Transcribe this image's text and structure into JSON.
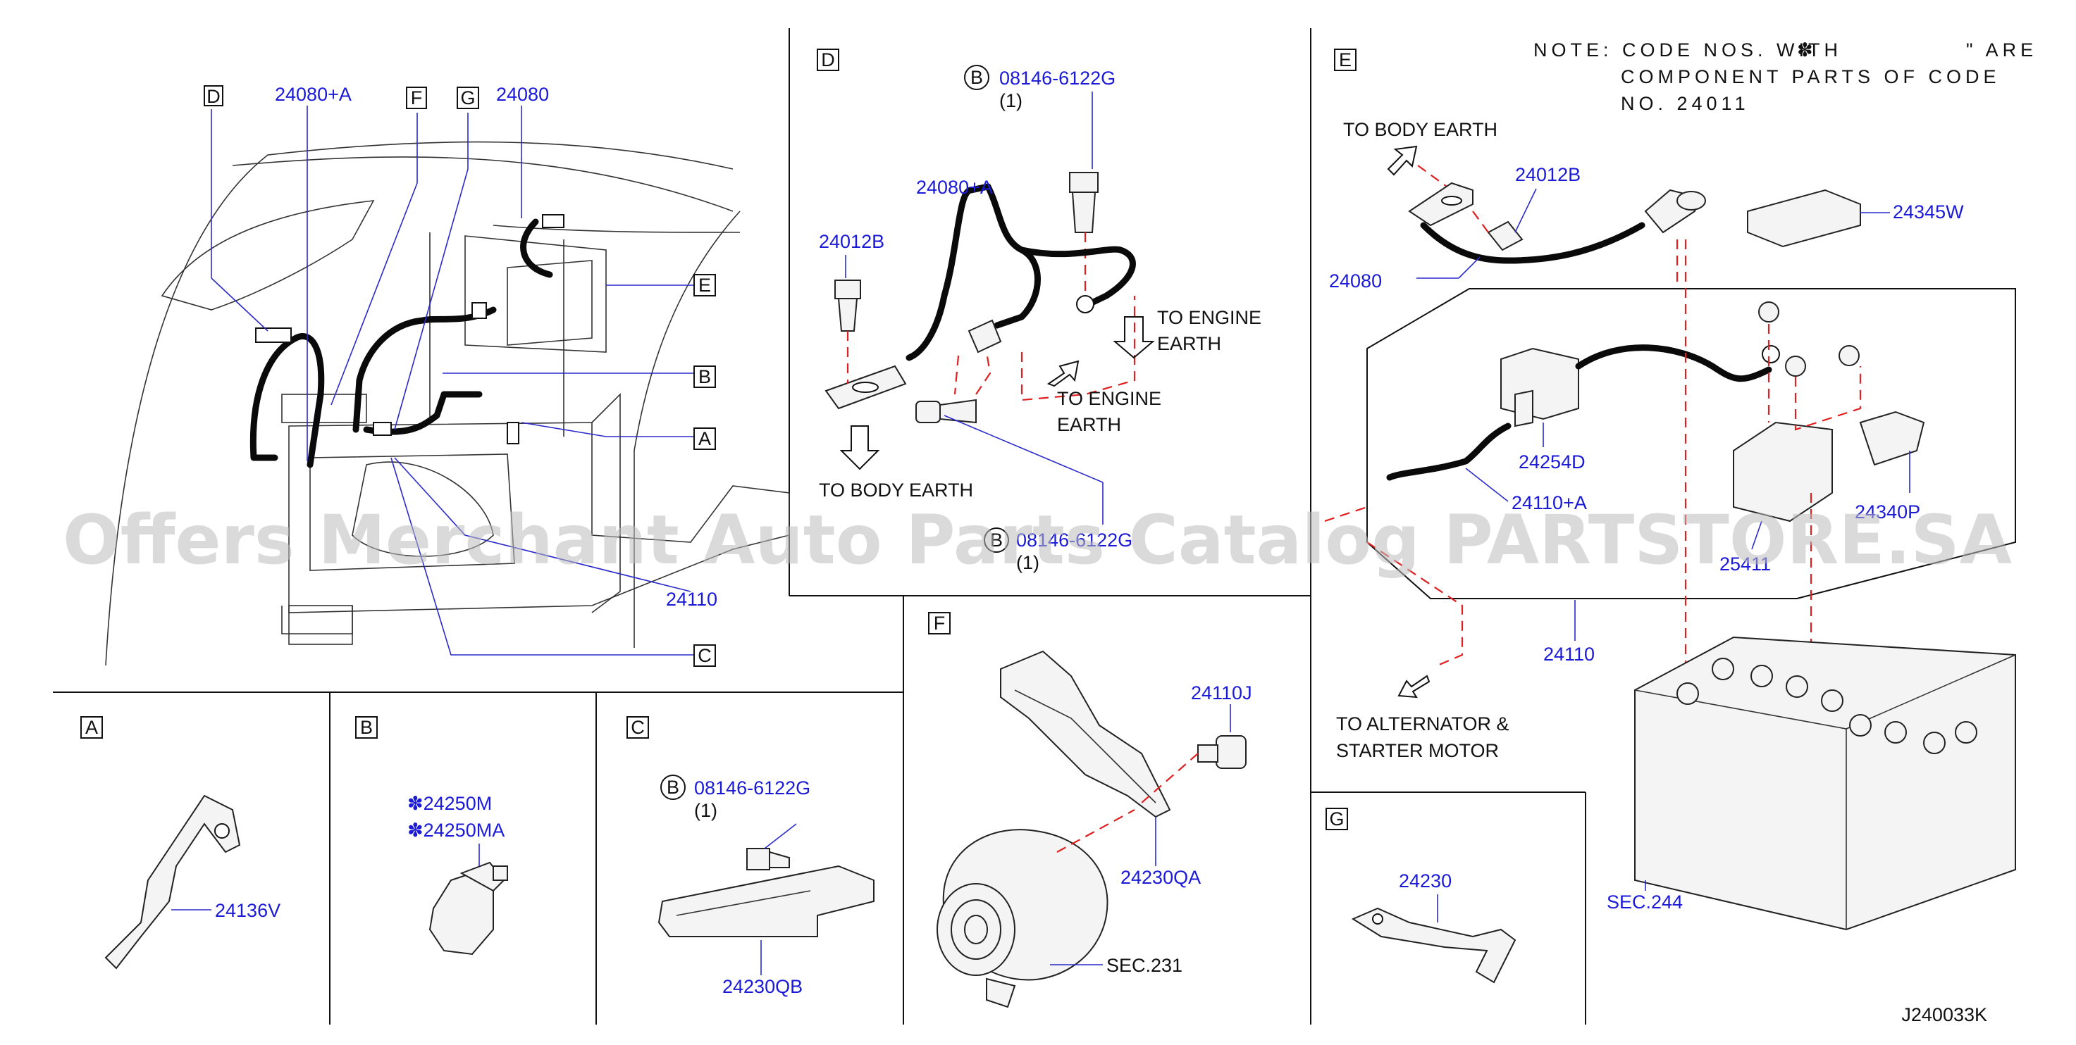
{
  "watermark": "Offers Merchant Auto Parts Catalog PARTSTORE.SA",
  "diagram_code": "J240033K",
  "note": {
    "line1a": "NOTE:  CODE  NOS.  WITH",
    "symbol": "✽",
    "line1b": "\"  ARE",
    "line2": "COMPONENT  PARTS  OF  CODE",
    "line3": "NO.  24011"
  },
  "overview": {
    "callouts": [
      "D",
      "F",
      "G",
      "E",
      "B",
      "A",
      "C"
    ],
    "parts": [
      "24080+A",
      "24080",
      "24110"
    ]
  },
  "panel_a": {
    "letter": "A",
    "parts": [
      "24136V"
    ]
  },
  "panel_b": {
    "letter": "B",
    "parts": [
      "✽24250M",
      "✽24250MA"
    ]
  },
  "panel_c": {
    "letter": "C",
    "bolt_marker": "B",
    "bolt": "08146-6122G",
    "bolt_qty": "(1)",
    "parts": [
      "24230QB"
    ]
  },
  "panel_d": {
    "letter": "D",
    "bolt_marker": "B",
    "bolt_top": "08146-6122G",
    "bolt_top_qty": "(1)",
    "bolt_bottom": "08146-6122G",
    "bolt_bottom_qty": "(1)",
    "parts": [
      "24080+A",
      "24012B"
    ],
    "to_engine_earth_1": [
      "TO  ENGINE",
      "EARTH"
    ],
    "to_engine_earth_2": [
      "TO  ENGINE",
      "EARTH"
    ],
    "to_body_earth": "TO  BODY  EARTH"
  },
  "panel_e": {
    "letter": "E",
    "to_body_earth": "TO  BODY  EARTH",
    "to_alternator": [
      "TO  ALTERNATOR  &",
      "STARTER  MOTOR"
    ],
    "parts": [
      "24012B",
      "24345W",
      "24080",
      "24254D",
      "24110+A",
      "24340P",
      "25411",
      "24110"
    ],
    "sec": "SEC.244"
  },
  "panel_f": {
    "letter": "F",
    "parts": [
      "24110J",
      "24230QA"
    ],
    "sec": "SEC.231"
  },
  "panel_g": {
    "letter": "G",
    "parts": [
      "24230"
    ]
  }
}
